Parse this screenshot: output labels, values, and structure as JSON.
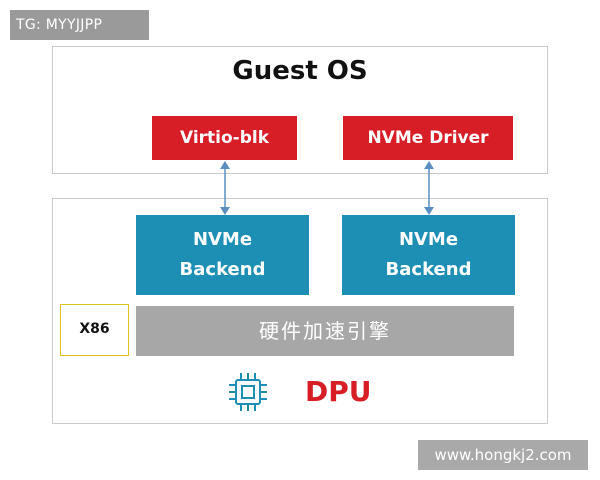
{
  "watermarks": {
    "top": "TG: MYYJJPP",
    "bottom": "www.hongkj2.com"
  },
  "guest_os": {
    "title": "Guest OS",
    "virtio_label": "Virtio-blk",
    "nvme_driver_label": "NVMe Driver"
  },
  "dpu": {
    "backend_1": {
      "line1": "NVMe",
      "line2": "Backend"
    },
    "backend_2": {
      "line1": "NVMe",
      "line2": "Backend"
    },
    "engine_label": "硬件加速引擎",
    "x86_label": "X86",
    "label": "DPU",
    "icon": "chip-icon"
  },
  "colors": {
    "red": "#d71e26",
    "blue": "#1e8fb4",
    "gray": "#a7a7a7",
    "arrow": "#5b8fc0",
    "x86_border": "#e0c21c"
  }
}
